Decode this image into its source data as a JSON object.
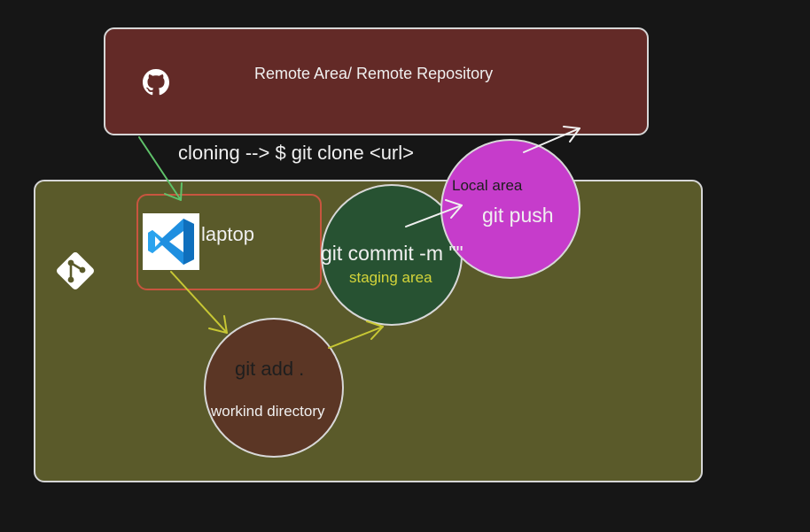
{
  "remote": {
    "title": "Remote Area/ Remote Repository",
    "icon": "github-icon"
  },
  "clone": {
    "label": "cloning --> $ git clone <url>"
  },
  "laptop": {
    "label": "laptop",
    "icon": "vscode-icon"
  },
  "local": {
    "icon": "git-icon"
  },
  "working_directory": {
    "command": "git add .",
    "label": "workind directory"
  },
  "staging": {
    "command": "git commit -m \"\"",
    "label": "staging area"
  },
  "local_repo": {
    "label": "Local area",
    "command": "git push"
  },
  "colors": {
    "background": "#161616",
    "remote_fill": "#632a27",
    "local_fill": "#5a5a2a",
    "working_dir_fill": "#5b3625",
    "staging_fill": "#275232",
    "local_repo_fill": "#c63ccb",
    "laptop_border": "#c8553f",
    "clone_arrow": "#5fc26a",
    "add_arrow": "#c7c734",
    "commit_arrow": "#c7c734",
    "push_arrow": "#f0f0f0"
  }
}
